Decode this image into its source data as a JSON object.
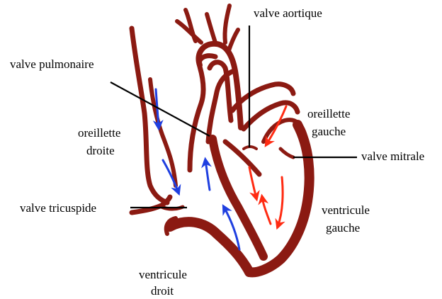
{
  "colors": {
    "tissue": "#8b1a12",
    "deoxygenated_flow": "#1f3fe0",
    "oxygenated_flow": "#ff2b12",
    "label": "#000000",
    "background": "#ffffff"
  },
  "labels": {
    "valve_aortique": "valve aortique",
    "valve_pulmonaire": "valve pulmonaire",
    "oreillette_droite_1": "oreillette",
    "oreillette_droite_2": "droite",
    "oreillette_gauche_1": "oreillette",
    "oreillette_gauche_2": "gauche",
    "valve_mitrale": "valve mitrale",
    "valve_tricuspide": "valve tricuspide",
    "ventricule_gauche_1": "ventricule",
    "ventricule_gauche_2": "gauche",
    "ventricule_droit_1": "ventricule",
    "ventricule_droit_2": "droit"
  }
}
